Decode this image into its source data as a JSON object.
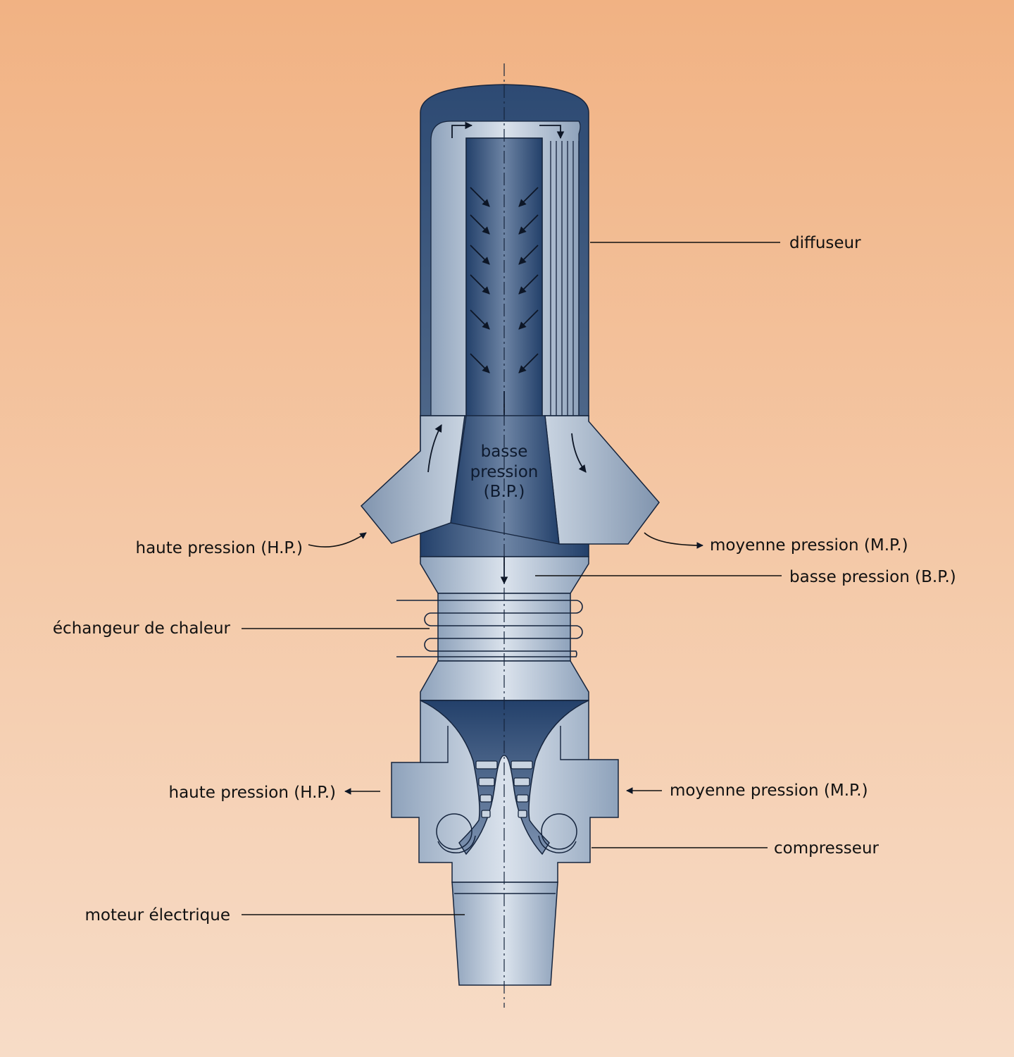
{
  "labels": {
    "diffuseur": "diffuseur",
    "hp_inlet": "haute pression (H.P.)",
    "mp_outlet": "moyenne pression (M.P.)",
    "bp_outlet": "basse pression (B.P.)",
    "echangeur": "échangeur de chaleur",
    "hp_outlet": "haute pression (H.P.)",
    "mp_inlet": "moyenne pression (M.P.)",
    "compresseur": "compresseur",
    "moteur": "moteur électrique",
    "inner_bp": [
      "basse",
      "pression",
      "(B.P.)"
    ]
  },
  "colors": {
    "background_top": "#f1b283",
    "background_bottom": "#f7dcc7",
    "dark_blue": "#2a4670",
    "mid_blue": "#5c7496",
    "light_blue": "#c6d1de",
    "outline": "#15243d"
  }
}
